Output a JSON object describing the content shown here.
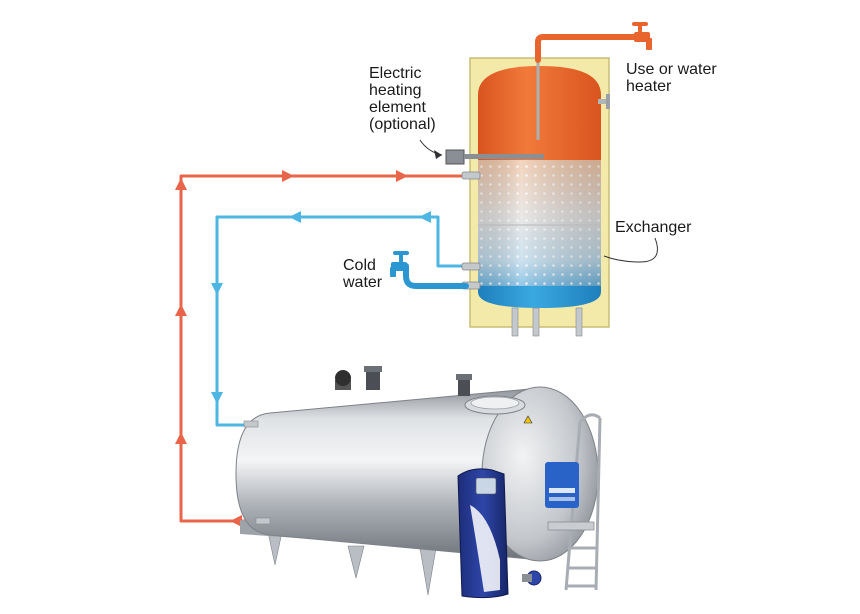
{
  "labels": {
    "heating_element": [
      "Electric",
      "heating",
      "element",
      "(optional)"
    ],
    "use_heater": [
      "Use or water",
      "heater"
    ],
    "exchanger": "Exchanger",
    "cold_water": [
      "Cold",
      "water"
    ]
  },
  "colors": {
    "hot_pipe": "#e8654a",
    "cold_pipe": "#4db6e2",
    "tank_hot": "#e8652e",
    "tank_cold": "#2b97d2",
    "tank_jacket": "#f3e9a8",
    "steel": "#c6cacf"
  },
  "icons": [
    "hot-water-tap-icon",
    "cold-water-tap-icon",
    "flow-arrow-icon"
  ]
}
